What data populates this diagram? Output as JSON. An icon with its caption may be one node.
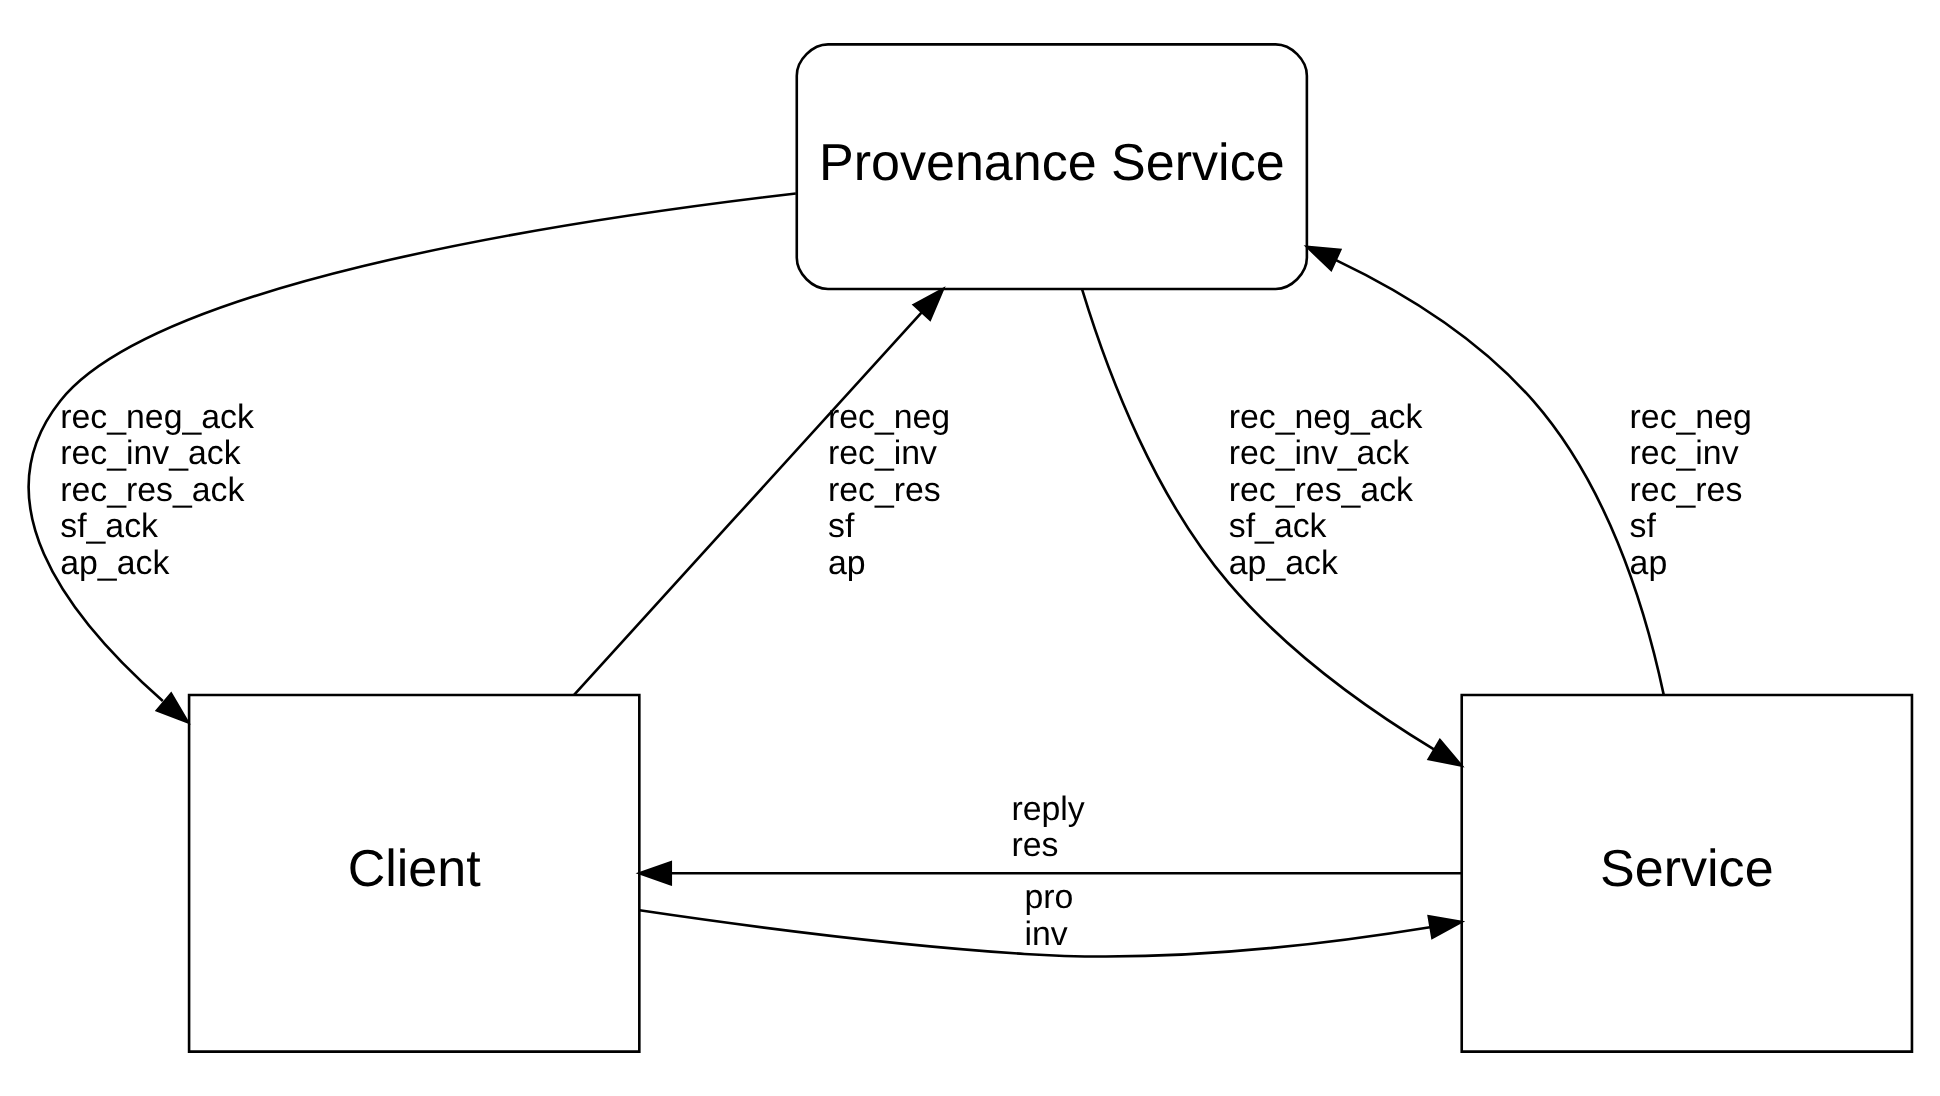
{
  "diagram": {
    "nodes": [
      {
        "text": [
          "Provenance Service"
        ]
      },
      {
        "text": [
          "Client"
        ]
      },
      {
        "text": [
          "Service"
        ]
      }
    ],
    "edges": [
      {
        "from": 0,
        "to": 1,
        "arrow": "to",
        "label": "rec_neg_ack rec_inv_ack rec_res_ack sf_ack ap_ack"
      },
      {
        "from": 1,
        "to": 0,
        "arrow": "to",
        "label": "rec_neg rec_inv rec_res sf ap"
      },
      {
        "from": 2,
        "to": 0,
        "arrow": "to",
        "label": "rec_neg rec_inv rec_res sf ap"
      },
      {
        "from": 0,
        "to": 2,
        "arrow": "to",
        "label": "rec_neg_ack rec_inv_ack rec_res_ack sf_ack ap_ack"
      },
      {
        "from": 1,
        "to": 2,
        "arrow": "to",
        "label": "pro inv"
      },
      {
        "from": 2,
        "to": 1,
        "arrow": "to",
        "label": "reply res"
      }
    ]
  }
}
